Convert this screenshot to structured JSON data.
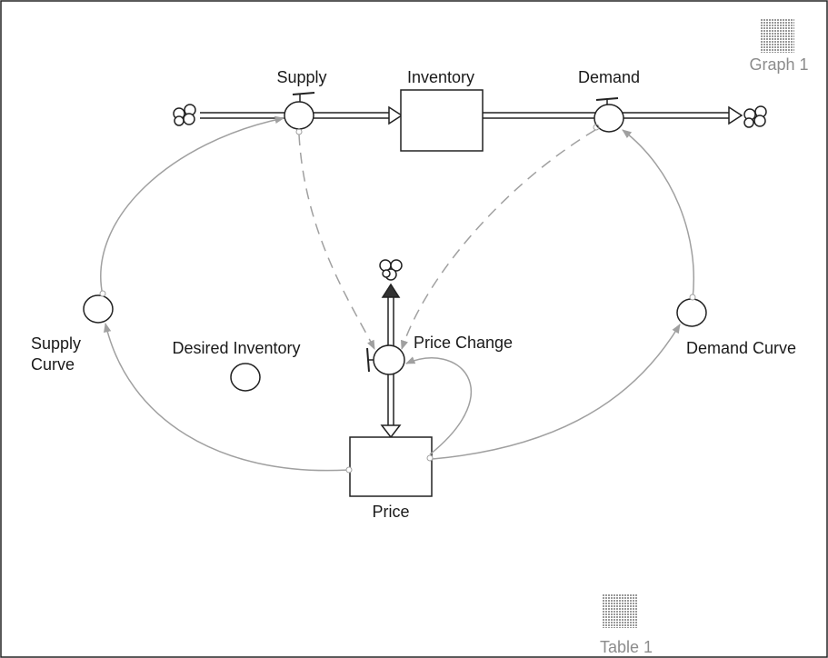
{
  "labels": {
    "supply": "Supply",
    "inventory": "Inventory",
    "demand": "Demand",
    "graph": "Graph 1",
    "supply_curve_line1": "Supply",
    "supply_curve_line2": "Curve",
    "desired_inventory": "Desired Inventory",
    "price_change": "Price Change",
    "demand_curve": "Demand Curve",
    "price": "Price",
    "table": "Table 1"
  },
  "colors": {
    "stroke": "#222222",
    "connector": "#a0a0a0",
    "dashed": "#a0a0a0",
    "pad_label": "#8c8c8c",
    "pad_fill": "#d0d0d0"
  }
}
